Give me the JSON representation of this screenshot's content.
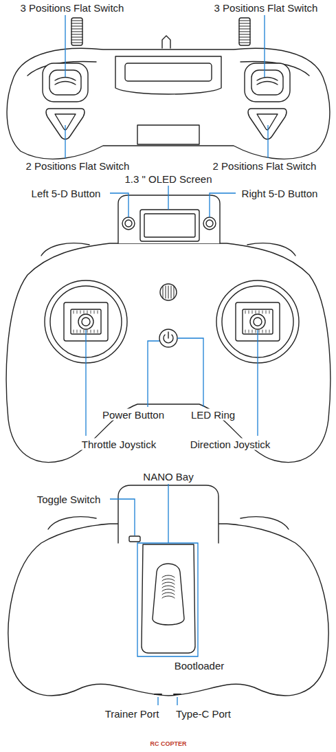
{
  "diagram": {
    "labels": [
      "3 Positions Flat Switch",
      "3 Positions Flat Switch",
      "2 Positions Flat Switch",
      "2 Positions Flat Switch",
      "1.3 \" OLED Screen",
      "Left 5-D Button",
      "Right 5-D Button",
      "Power Button",
      "LED Ring",
      "Throttle Joystick",
      "Direction Joystick",
      "NANO Bay",
      "Toggle Switch",
      "Bootloader",
      "Trainer Port",
      "Type-C Port",
      "RC COPTER"
    ]
  }
}
